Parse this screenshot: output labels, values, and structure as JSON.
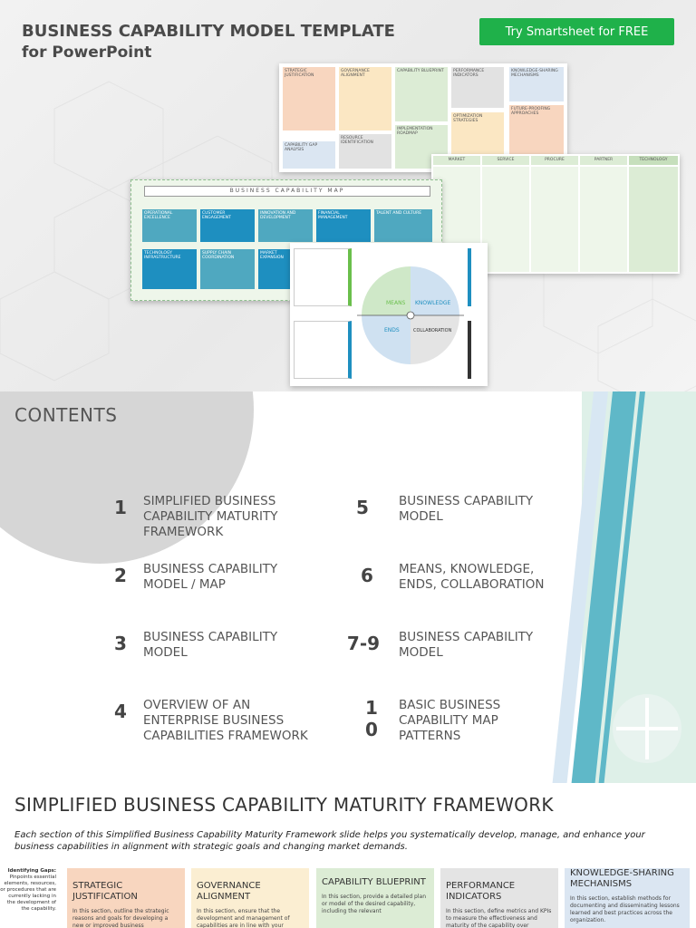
{
  "cover": {
    "title": "BUSINESS CAPABILITY MODEL TEMPLATE",
    "subtitle": "for PowerPoint",
    "cta": "Try Smartsheet for FREE",
    "thumb_a": [
      {
        "label": "STRATEGIC JUSTIFICATION",
        "color": "#f8d6bf"
      },
      {
        "label": "GOVERNANCE ALIGNMENT",
        "color": "#fbe7c3"
      },
      {
        "label": "CAPABILITY BLUEPRINT",
        "color": "#dcecd5"
      },
      {
        "label": "PERFORMANCE INDICATORS",
        "color": "#e2e2e2"
      },
      {
        "label": "KNOWLEDGE-SHARING MECHANISMS",
        "color": "#dbe6f2"
      },
      {
        "label": "CAPABILITY GAP ANALYSIS",
        "color": "#dbe6f2"
      },
      {
        "label": "RESOURCE IDENTIFICATION",
        "color": "#e2e2e2"
      },
      {
        "label": "IMPLEMENTATION ROADMAP",
        "color": "#dcecd5"
      },
      {
        "label": "OPTIMIZATION STRATEGIES",
        "color": "#fbe7c3"
      },
      {
        "label": "FUTURE-PROOFING APPROACHES",
        "color": "#f8d6bf"
      }
    ],
    "thumb_b_headers": [
      "MARKET",
      "SERVICE",
      "PROCURE",
      "PARTNER",
      "TECHNOLOGY"
    ],
    "thumb_c_title": "BUSINESS CAPABILITY MAP",
    "thumb_c_cells": [
      "OPERATIONAL EXCELLENCE",
      "CUSTOMER ENGAGEMENT",
      "INNOVATION AND DEVELOPMENT",
      "FINANCIAL MANAGEMENT",
      "TALENT AND CULTURE",
      "TECHNOLOGY INFRASTRUCTURE",
      "SUPPLY CHAIN COORDINATION",
      "MARKET EXPANSION"
    ],
    "thumb_d_quadrants": [
      "MEANS",
      "KNOWLEDGE",
      "ENDS",
      "COLLABORATION"
    ]
  },
  "contents": {
    "title": "CONTENTS",
    "items": [
      {
        "num": "1",
        "text": "SIMPLIFIED BUSINESS CAPABILITY MATURITY FRAMEWORK"
      },
      {
        "num": "2",
        "text": "BUSINESS CAPABILITY MODEL / MAP"
      },
      {
        "num": "3",
        "text": "BUSINESS CAPABILITY MODEL"
      },
      {
        "num": "4",
        "text": "OVERVIEW OF AN ENTERPRISE BUSINESS CAPABILITIES FRAMEWORK"
      },
      {
        "num": "5",
        "text": "BUSINESS CAPABILITY MODEL"
      },
      {
        "num": "6",
        "text": "MEANS, KNOWLEDGE, ENDS, COLLABORATION"
      },
      {
        "num": "7-9",
        "text": "BUSINESS CAPABILITY MODEL"
      },
      {
        "num": "1\n0",
        "text": "BASIC BUSINESS CAPABILITY MAP PATTERNS"
      }
    ]
  },
  "framework": {
    "title": "SIMPLIFIED BUSINESS CAPABILITY MATURITY FRAMEWORK",
    "description": "Each section of this Simplified Business Capability Maturity Framework slide helps you systematically develop, manage, and enhance your business capabilities in alignment with strategic goals and changing market demands.",
    "gaps_label": "Identifying Gaps:",
    "gaps_text": "Pinpoints essential elements, resources, or procedures that are currently lacking in the development of the capability.",
    "cards": [
      {
        "title": "STRATEGIC JUSTIFICATION",
        "body": "In this section, outline the strategic reasons and goals for developing a new or improved business",
        "color": "#f8d6bf"
      },
      {
        "title": "GOVERNANCE ALIGNMENT",
        "body": "In this section, ensure that the development and management of capabilities are in line with your",
        "color": "#fbeed2"
      },
      {
        "title": "CAPABILITY BLUEPRINT",
        "body": "In this section, provide a detailed plan or model of the desired capability, including the relevant",
        "color": "#dcecd5"
      },
      {
        "title": "PERFORMANCE INDICATORS",
        "body": "In this section, define metrics and KPIs to measure the effectiveness and maturity of the capability over",
        "color": "#e4e4e4"
      },
      {
        "title": "KNOWLEDGE-SHARING MECHANISMS",
        "body": "In this section, establish methods for documenting and disseminating lessons learned and best practices across the organization.",
        "color": "#dbe6f2"
      }
    ]
  }
}
